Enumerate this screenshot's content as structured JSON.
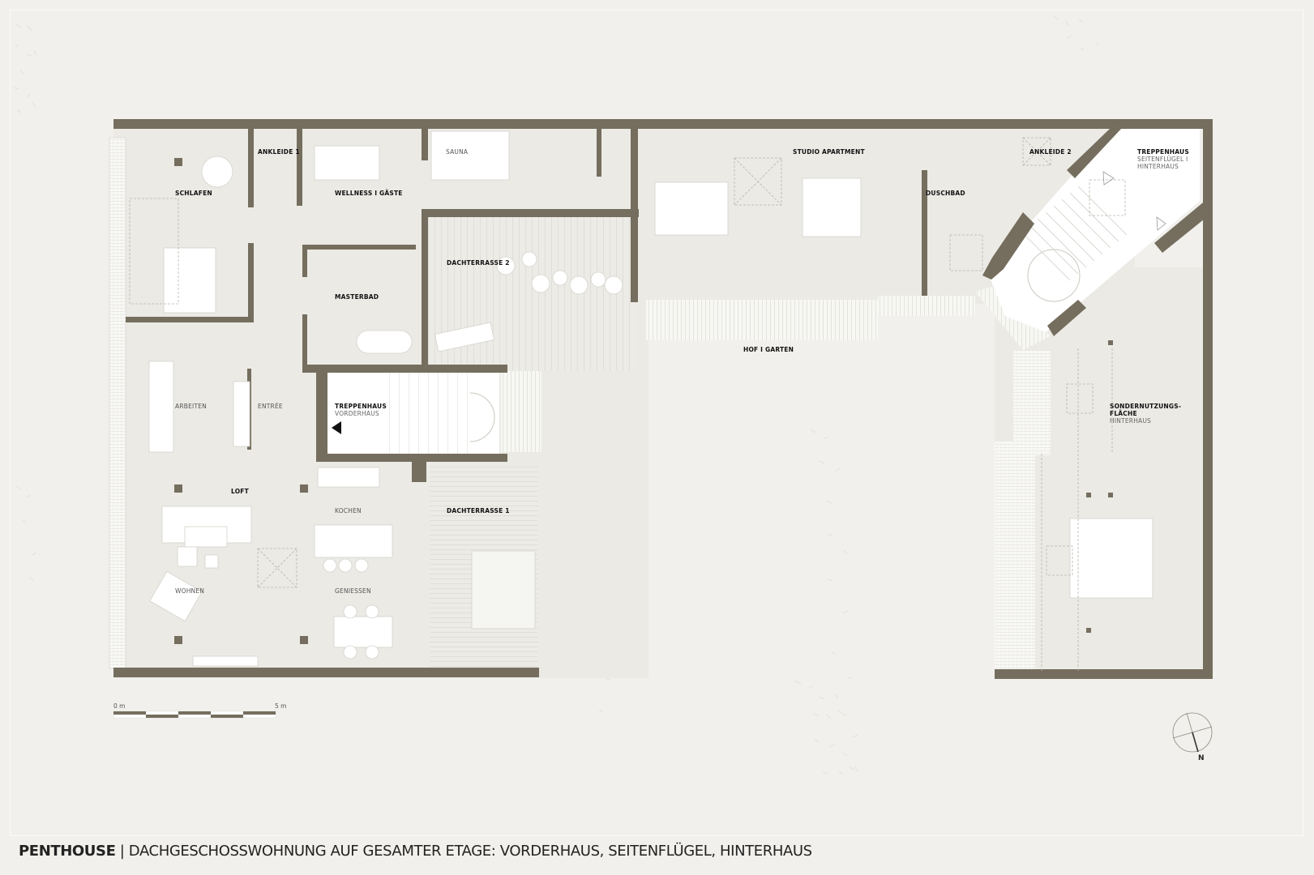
{
  "caption": {
    "title": "PENTHOUSE",
    "separator": " | ",
    "subtitle": "DACHGESCHOSSWOHNUNG AUF GESAMTER ETAGE: VORDERHAUS, SEITENFLÜGEL, HINTERHAUS"
  },
  "colors": {
    "background": "#f1f0ec",
    "wall": "#756e5e",
    "floor": "#ebeae5",
    "furniture": "#ffffff",
    "dashed": "#b8b5ad"
  },
  "rooms": [
    {
      "id": "schlafen",
      "label": "SCHLAFEN",
      "style": "bold"
    },
    {
      "id": "ankleide-1",
      "label": "ANKLEIDE 1",
      "style": "bold"
    },
    {
      "id": "wellness",
      "label": "WELLNESS I GÄSTE",
      "style": "bold"
    },
    {
      "id": "sauna",
      "label": "SAUNA",
      "style": "light"
    },
    {
      "id": "masterbad",
      "label": "MASTERBAD",
      "style": "bold"
    },
    {
      "id": "dachterrasse-2",
      "label": "DACHTERRASSE 2",
      "style": "bold"
    },
    {
      "id": "studio",
      "label": "STUDIO APARTMENT",
      "style": "bold"
    },
    {
      "id": "ankleide-2",
      "label": "ANKLEIDE 2",
      "style": "bold"
    },
    {
      "id": "duschbad",
      "label": "DUSCHBAD",
      "style": "bold"
    },
    {
      "id": "treppenhaus-sh",
      "label": "TREPPENHAUS",
      "sub": "SEITENFLÜGEL I HINTERHAUS",
      "sub1": "SEITENFLÜGEL I",
      "sub2": "HINTERHAUS",
      "style": "bold"
    },
    {
      "id": "hof",
      "label": "HOF I GARTEN",
      "style": "bold"
    },
    {
      "id": "arbeiten",
      "label": "ARBEITEN",
      "style": "light"
    },
    {
      "id": "entree",
      "label": "ENTRÉE",
      "style": "light"
    },
    {
      "id": "treppenhaus-vh",
      "label": "TREPPENHAUS",
      "sub": "VORDERHAUS",
      "style": "bold"
    },
    {
      "id": "loft",
      "label": "LOFT",
      "style": "bold"
    },
    {
      "id": "kochen",
      "label": "KOCHEN",
      "style": "light"
    },
    {
      "id": "dachterrasse-1",
      "label": "DACHTERRASSE 1",
      "style": "bold"
    },
    {
      "id": "wohnen",
      "label": "WOHNEN",
      "style": "light"
    },
    {
      "id": "geniessen",
      "label": "GENIESSEN",
      "style": "light"
    },
    {
      "id": "sondernutzung",
      "label": "SONDERNUTZUNGS-",
      "label2": "FLÄCHE",
      "sub": "HINTERHAUS",
      "style": "bold"
    }
  ],
  "scale_bar": {
    "start": "0 m",
    "end": "5 m"
  },
  "north_arrow": {
    "label": "N"
  }
}
